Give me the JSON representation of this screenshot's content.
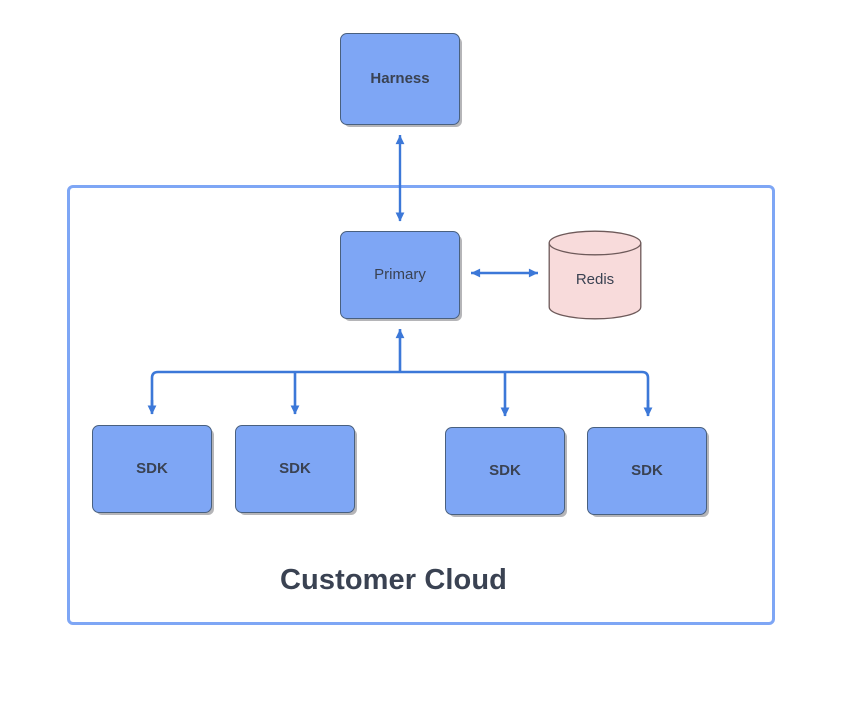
{
  "diagram": {
    "title": "Customer Cloud",
    "accent_blue": "#7EA6F5",
    "arrow_blue": "#3C78D8",
    "text_dark": "#3A4252",
    "redis_fill": "#F8DBDB",
    "redis_stroke": "#6E5A5A",
    "container": {
      "label": "Customer Cloud",
      "border_color": "#7EA6F5"
    },
    "nodes": {
      "harness": {
        "label": "Harness",
        "shape": "rectangle",
        "fill": "#7EA6F5"
      },
      "primary": {
        "label": "Primary",
        "shape": "rectangle",
        "fill": "#7EA6F5"
      },
      "redis": {
        "label": "Redis",
        "shape": "cylinder",
        "fill": "#F8DBDB"
      },
      "sdks": [
        {
          "label": "SDK",
          "shape": "rectangle",
          "fill": "#7EA6F5"
        },
        {
          "label": "SDK",
          "shape": "rectangle",
          "fill": "#7EA6F5"
        },
        {
          "label": "SDK",
          "shape": "rectangle",
          "fill": "#7EA6F5"
        },
        {
          "label": "SDK",
          "shape": "rectangle",
          "fill": "#7EA6F5"
        }
      ]
    },
    "edges": [
      {
        "from": "Harness",
        "to": "Primary",
        "direction": "bidirectional"
      },
      {
        "from": "Primary",
        "to": "Redis",
        "direction": "bidirectional"
      },
      {
        "from": "SDK 1",
        "to": "Primary",
        "direction": "bidirectional"
      },
      {
        "from": "SDK 2",
        "to": "Primary",
        "direction": "bidirectional"
      },
      {
        "from": "SDK 3",
        "to": "Primary",
        "direction": "bidirectional"
      },
      {
        "from": "SDK 4",
        "to": "Primary",
        "direction": "bidirectional"
      }
    ]
  }
}
